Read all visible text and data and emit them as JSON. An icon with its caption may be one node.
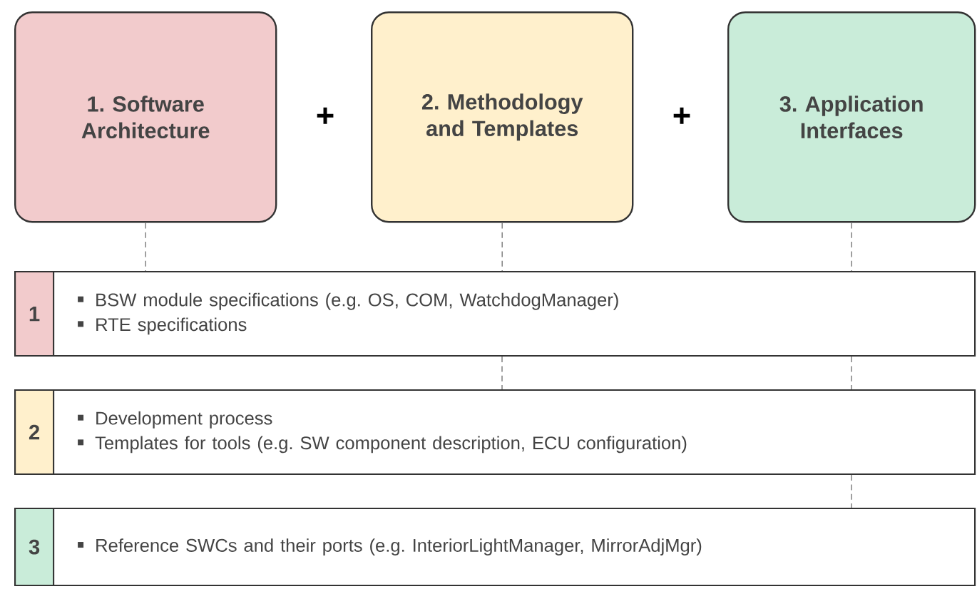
{
  "diagram": {
    "nodes": [
      {
        "text": [
          "1. Software Architecture"
        ]
      },
      {
        "text": [
          "2. Methodology and Templates"
        ]
      },
      {
        "text": [
          "3. Application Interfaces"
        ]
      },
      {
        "text": [
          "BSW module specifications (e.g. OS, COM, WatchdogManager)",
          "RTE specifications"
        ]
      },
      {
        "text": [
          "1"
        ],
        "in": 3
      },
      {
        "text": [
          "Development process",
          "Templates for tools (e.g. SW component description, ECU configuration)"
        ]
      },
      {
        "text": [
          "2"
        ],
        "in": 5
      },
      {
        "text": [
          "Reference SWCs and their ports (e.g. InteriorLightManager, MirrorAdjMgr)"
        ]
      },
      {
        "text": [
          "3"
        ],
        "in": 7
      }
    ],
    "edges": [
      {
        "from": 0,
        "to": 3,
        "arrow": "none",
        "style": "dashed"
      },
      {
        "from": 1,
        "to": 3,
        "arrow": "none",
        "style": "dashed"
      },
      {
        "from": 2,
        "to": 3,
        "arrow": "none",
        "style": "dashed"
      },
      {
        "from": 3,
        "to": 5,
        "arrow": "none",
        "style": "dashed"
      },
      {
        "from": 3,
        "to": 5,
        "arrow": "none",
        "style": "dashed"
      },
      {
        "from": 5,
        "to": 7,
        "arrow": "none",
        "style": "dashed"
      }
    ],
    "labels": [
      "+",
      "+"
    ]
  }
}
